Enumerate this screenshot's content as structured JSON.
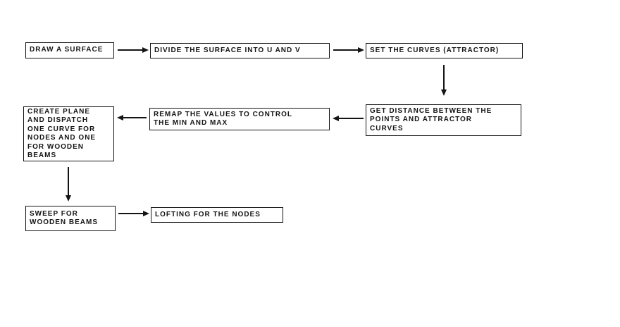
{
  "diagram": {
    "background_color": "#ffffff",
    "stroke_color": "#141414",
    "nodes": [
      {
        "id": "draw-surface",
        "label": "DRAW A SURFACE"
      },
      {
        "id": "divide-surface",
        "label": "DIVIDE THE SURFACE INTO U AND V"
      },
      {
        "id": "set-curves",
        "label": "SET THE CURVES (ATTRACTOR)"
      },
      {
        "id": "get-distance",
        "label": "GET DISTANCE BETWEEN THE\nPOINTS AND ATTRACTOR\nCURVES"
      },
      {
        "id": "remap-values",
        "label": "REMAP THE VALUES TO CONTROL\nTHE MIN AND MAX"
      },
      {
        "id": "create-plane",
        "label": "CREATE PLANE\nAND DISPATCH\nONE CURVE FOR\nNODES AND ONE\nFOR WOODEN\nBEAMS"
      },
      {
        "id": "sweep-beams",
        "label": "SWEEP FOR\nWOODEN BEAMS"
      },
      {
        "id": "lofting-nodes",
        "label": "LOFTING FOR THE NODES"
      }
    ],
    "edges": [
      {
        "from": "draw-surface",
        "to": "divide-surface",
        "direction": "right"
      },
      {
        "from": "divide-surface",
        "to": "set-curves",
        "direction": "right"
      },
      {
        "from": "set-curves",
        "to": "get-distance",
        "direction": "down"
      },
      {
        "from": "get-distance",
        "to": "remap-values",
        "direction": "left"
      },
      {
        "from": "remap-values",
        "to": "create-plane",
        "direction": "left"
      },
      {
        "from": "create-plane",
        "to": "sweep-beams",
        "direction": "down"
      },
      {
        "from": "sweep-beams",
        "to": "lofting-nodes",
        "direction": "right"
      }
    ]
  }
}
